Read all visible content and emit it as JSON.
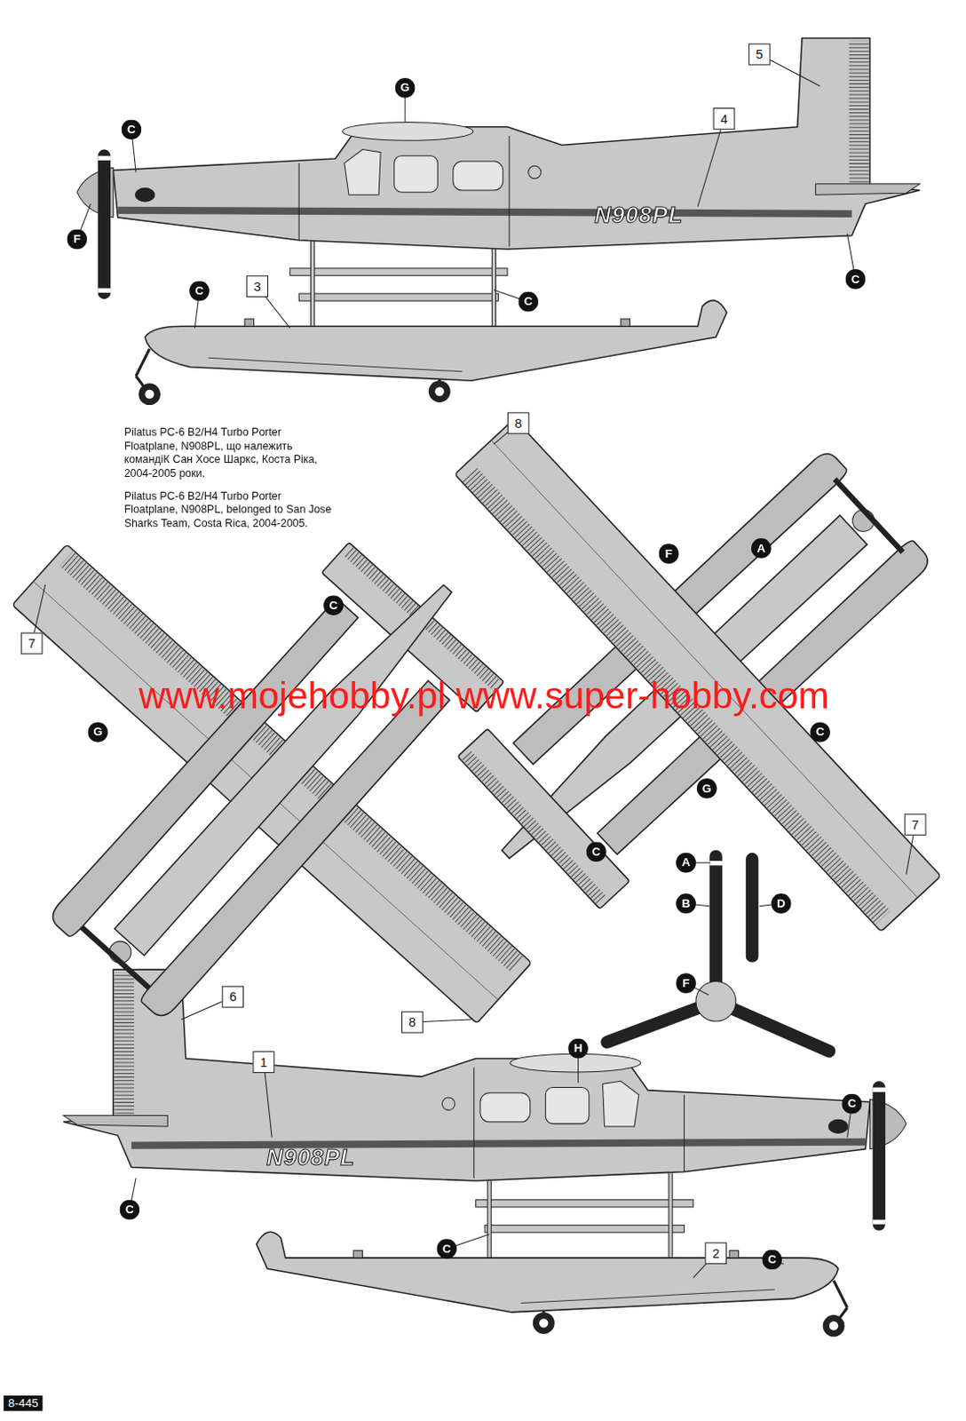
{
  "diagram": {
    "labels": [
      "5",
      "G",
      "C",
      "4",
      "N908PL",
      "F",
      "C",
      "C",
      "3",
      "C",
      "Pilatus PC-6 B2/H4 Turbo Porter Floatplane, N908PL, що належить командіК Сан Хосе Шаркс, Коста Ріка, 2004-2005 роки.",
      "Pilatus PC-6 B2/H4 Turbo Porter Floatplane, N908PL, belonged to San Jose Sharks Team, Costa Rica, 2004-2005.",
      "8",
      "7",
      "C",
      "F",
      "A",
      "www.mojehobby.pl www.super-hobby.com",
      "G",
      "C",
      "G",
      "C",
      "7",
      "8",
      "A",
      "B",
      "D",
      "F",
      "6",
      "1",
      "H",
      "C",
      "C",
      "N908PL",
      "C",
      "2",
      "C",
      "8-445"
    ]
  }
}
